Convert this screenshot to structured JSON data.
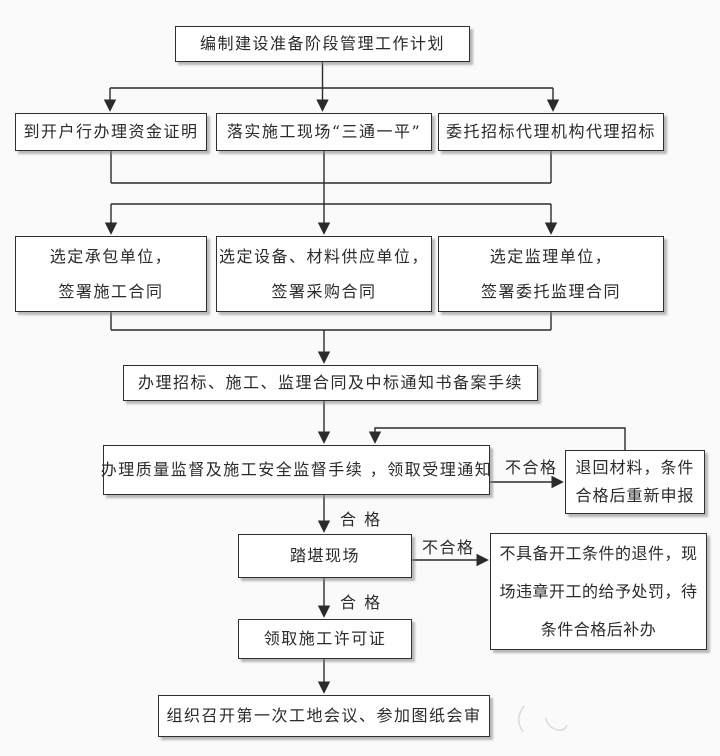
{
  "canvas": {
    "background_color": "#fafafa",
    "line_color": "#2b2b2b",
    "box_border_color": "#2f2f2f"
  },
  "nodes": {
    "plan": {
      "label": "编制建设准备阶段管理工作计划"
    },
    "fund_proof": {
      "label": "到开户行办理资金证明"
    },
    "site_prep": {
      "label": "落实施工现场“三通一平”"
    },
    "entrust_bid": {
      "label": "委托招标代理机构代理招标"
    },
    "contractor": {
      "line1": "选定承包单位，",
      "line2": "签署施工合同"
    },
    "supplier": {
      "line1": "选定设备、材料供应单位，",
      "line2": "签署采购合同"
    },
    "supervisor": {
      "line1": "选定监理单位，",
      "line2": "签署委托监理合同"
    },
    "filing": {
      "label": "办理招标、施工、监理合同及中标通知书备案手续"
    },
    "quality": {
      "label": "办理质量监督及施工安全监督手续 ，领取受理通知"
    },
    "return_materials": {
      "line1": "退回材料，条件",
      "line2": "合格后重新申报"
    },
    "site_visit": {
      "label": "踏堪现场"
    },
    "reject": {
      "line1": "不具备开工条件的退件，现",
      "line2": "场违章开工的给予处罚，待",
      "line3": "条件合格后补办"
    },
    "permit": {
      "label": "领取施工许可证"
    },
    "first_meeting": {
      "label": "组织召开第一次工地会议、参加图纸会审"
    }
  },
  "edge_labels": {
    "unqualified_top": "不合格",
    "qualified_top": "合 格",
    "unqualified_bottom": "不合格",
    "qualified_bottom": "合 格"
  }
}
